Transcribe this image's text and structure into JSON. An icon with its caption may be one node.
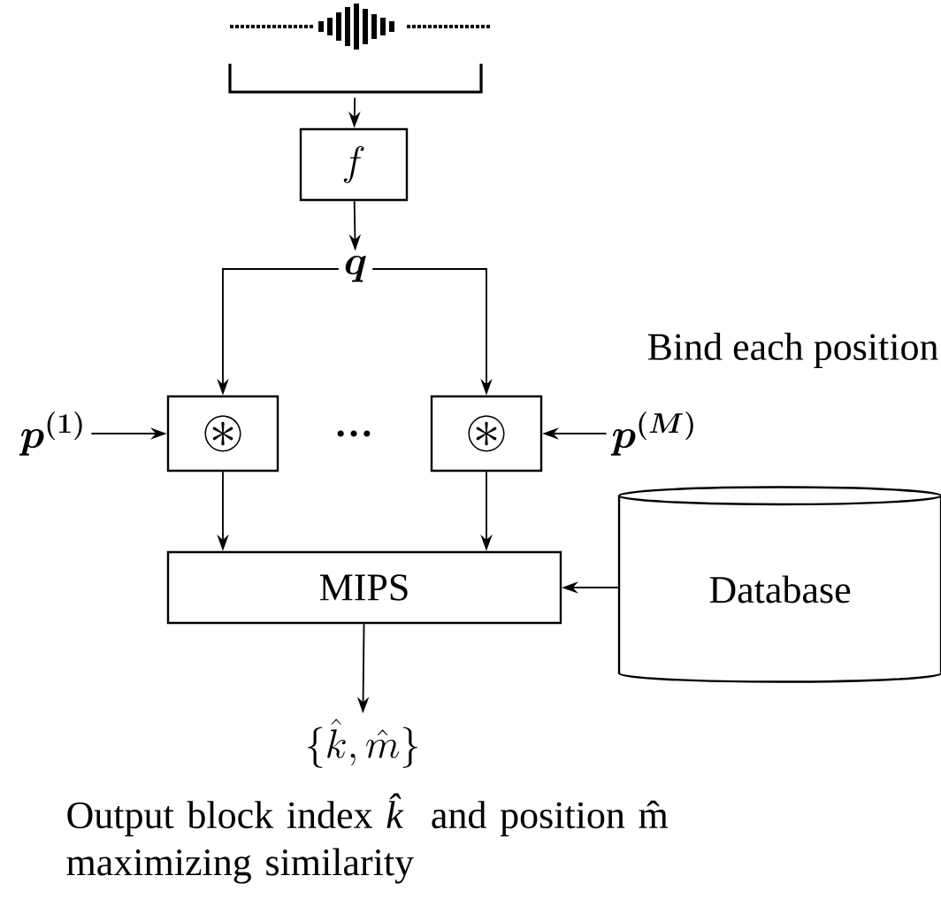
{
  "diagram": {
    "nodes": [
      {
        "text": [],
        "shape": "picture"
      },
      {
        "text": [
          "f"
        ]
      },
      {
        "text": [
          "\\boldsymbol{q}"
        ]
      },
      {
        "text": [
          "\\boldsymbol{p}^{(1)}"
        ]
      },
      {
        "text": [
          "\\circledast"
        ]
      },
      {
        "text": [
          "\\circledast"
        ]
      },
      {
        "text": [
          "\\boldsymbol{p}^{(M)}"
        ]
      },
      {
        "text": [
          "MIPS"
        ]
      },
      {
        "text": [
          "Database"
        ]
      },
      {
        "text": [
          "\\{\\hat{k},\\hat{m}\\}"
        ]
      }
    ],
    "edges": [
      {
        "from": 0,
        "to": 1,
        "arrow": "to"
      },
      {
        "from": 1,
        "to": 2,
        "arrow": "to"
      },
      {
        "from": 2,
        "to": 4,
        "arrow": "to"
      },
      {
        "from": 2,
        "to": 5,
        "arrow": "to"
      },
      {
        "from": 3,
        "to": 4,
        "arrow": "to"
      },
      {
        "from": 6,
        "to": 5,
        "arrow": "to"
      },
      {
        "from": 4,
        "to": 7,
        "arrow": "to"
      },
      {
        "from": 5,
        "to": 7,
        "arrow": "to"
      },
      {
        "from": 8,
        "to": 7,
        "arrow": "to"
      },
      {
        "from": 7,
        "to": 9,
        "arrow": "to"
      }
    ],
    "labels": [
      "…",
      "Bind each position",
      "Output block index *k̂* and position m̂ maximizing similarity"
    ]
  }
}
